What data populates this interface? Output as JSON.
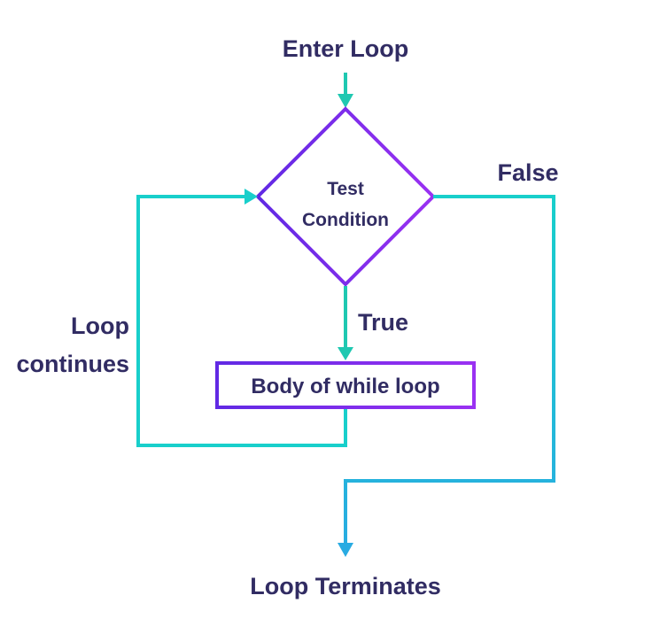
{
  "diagram": {
    "title": "while loop flowchart",
    "colors": {
      "teal": "#1FC8B1",
      "cyan": "#18CFCB",
      "blue": "#29ABE2",
      "violet": "#6129E4",
      "purple": "#9A31F2",
      "text": "#312C63"
    },
    "nodes": {
      "enter": "Enter Loop",
      "condition_line1": "Test",
      "condition_line2": "Condition",
      "body": "Body of while loop",
      "terminate": "Loop Terminates"
    },
    "labels": {
      "true": "True",
      "false": "False",
      "continue_line1": "Loop",
      "continue_line2": "continues"
    }
  }
}
